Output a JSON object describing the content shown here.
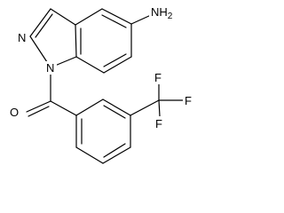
{
  "molecule": {
    "structure": "skeletal-formula",
    "atom_labels": {
      "nitrogen_2": "N",
      "nitrogen_1": "N",
      "amine": "NH2",
      "amine_main": "NH",
      "amine_sub": "2",
      "oxygen": "O",
      "fluorine_top": "F",
      "fluorine_right": "F",
      "fluorine_bottom": "F"
    }
  }
}
